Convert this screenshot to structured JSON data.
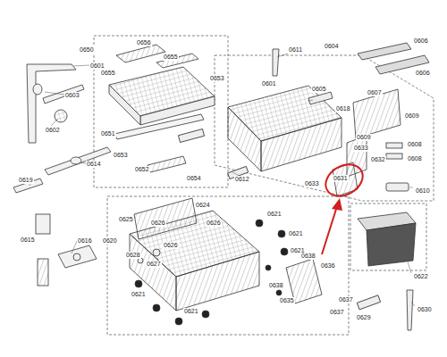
{
  "diagram": {
    "labels": [
      "0650",
      "0656",
      "0655",
      "0655",
      "0653",
      "0651",
      "0653",
      "0652",
      "0654",
      "0601",
      "0603",
      "0602",
      "0614",
      "0619",
      "0615",
      "0616",
      "0611",
      "0604",
      "0606",
      "0606",
      "0605",
      "0607",
      "0618",
      "0609",
      "0601",
      "0612",
      "0633",
      "0609",
      "0632",
      "0608",
      "0608",
      "0610",
      "0633",
      "0631",
      "0624",
      "0625",
      "0626",
      "0626",
      "0620",
      "0626",
      "0628",
      "0627",
      "0621",
      "0621",
      "0621",
      "0621",
      "0621",
      "0638",
      "0636",
      "0638",
      "0635",
      "0637",
      "0637",
      "0622",
      "0629",
      "0630"
    ]
  }
}
